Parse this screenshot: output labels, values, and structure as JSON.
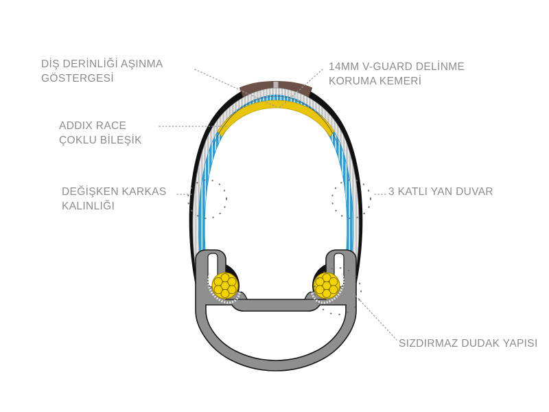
{
  "figure": {
    "title": "Bisiklet lastiği kesit diyagramı",
    "background_color": "#ffffff",
    "label_color": "#8c8c8c",
    "leader_color": "#9a9a9a"
  },
  "callouts": [
    {
      "id": "tread-wear-indicator",
      "text": "DİŞ DERİNLİĞİ AŞINMA\nGÖSTERGESİ",
      "position": "top-left"
    },
    {
      "id": "vguard-belt",
      "text": "14MM V-GUARD DELİNME\nKORUMA KEMERİ",
      "position": "top-right"
    },
    {
      "id": "addix-race-compound",
      "text": "ADDIX RACE\nÇOKLU BİLEŞİK",
      "position": "left-upper"
    },
    {
      "id": "variable-carcass-thickness",
      "text": "DEĞİŞKEN KARKAS\nKALINLIĞI",
      "position": "left-middle"
    },
    {
      "id": "three-ply-sidewall",
      "text": "3 KATLI YAN DUVAR",
      "position": "right-middle"
    },
    {
      "id": "airtight-bead-structure",
      "text": "SIZDIRMAZ DUDAK YAPISI",
      "position": "bottom-right"
    }
  ],
  "components": {
    "tread_rubber": {
      "name": "Siyah sırt kauçuğu",
      "color": "#111111"
    },
    "center_compound": {
      "name": "ADDIX Race merkez bileşik",
      "color": "#6b5148"
    },
    "wear_indicator": {
      "name": "Aşınma göstergesi çentiği",
      "color": "#b9b9b9"
    },
    "vguard_belt": {
      "name": "V-Guard delinme koruma kemeri",
      "color": "#e8c40a",
      "width_mm": "14MM"
    },
    "carcass_cords": {
      "name": "Karkas iplikleri",
      "color": "#22a2e0"
    },
    "inner_liner": {
      "name": "İç astar / karkas dokusu",
      "color": "#bdbdbd"
    },
    "bead_core": {
      "name": "Dudak teli demeti",
      "color": "#f2d500"
    },
    "bead_rubber": {
      "name": "Dudak kauçuğu",
      "color": "#111111"
    },
    "rim": {
      "name": "Jant profili",
      "color": "#8f8f8f",
      "outline_color": "#1a1a1a"
    }
  }
}
